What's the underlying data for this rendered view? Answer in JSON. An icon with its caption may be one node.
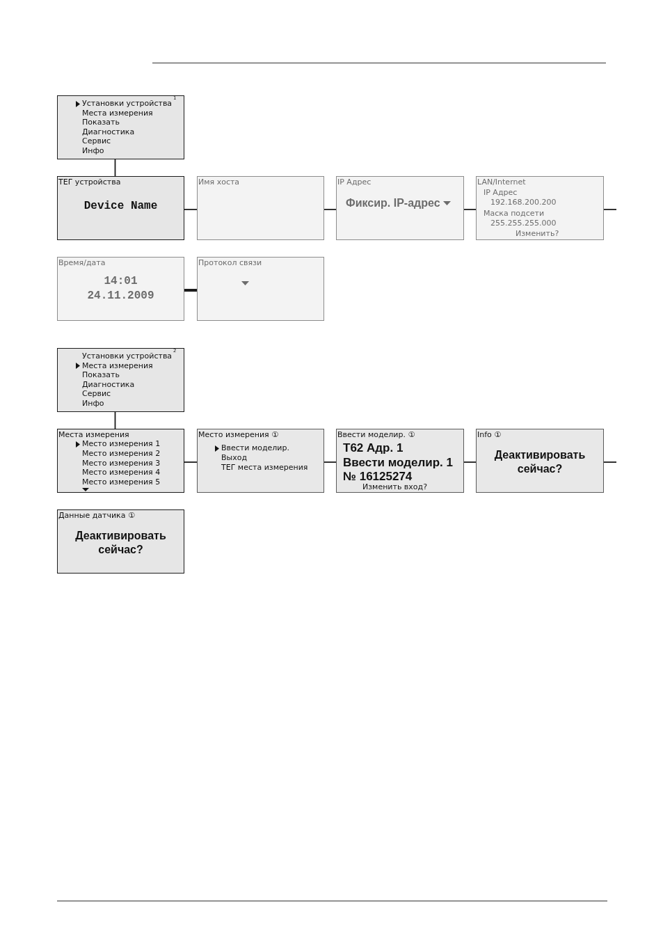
{
  "diagram": {
    "nodes": [
      {
        "text": [
          "Установки устройства$^{1}$",
          "Места измерения",
          "Показать",
          "Диагностика",
          "Сервис",
          "Инфо"
        ]
      },
      {
        "text": [
          "ТЕГ устройства",
          "Device Name"
        ]
      },
      {
        "text": [
          "Имя хоста"
        ]
      },
      {
        "text": [
          "IP Адрес",
          "Фиксир. IP-адрес"
        ]
      },
      {
        "text": [
          "LAN/Internet",
          "IP Адрес",
          "192.168.200.200",
          "Маска подсети",
          "255.255.255.000",
          "Изменить?"
        ]
      },
      {
        "text": [
          "Время/дата",
          "14:01",
          "24.11.2009"
        ]
      },
      {
        "text": [
          "Протокол связи"
        ]
      },
      {
        "text": [
          "Установки устройства$^{2}$",
          "Места измерения",
          "Показать",
          "Диагностика",
          "Сервис",
          "Инфо"
        ]
      },
      {
        "text": [
          "Места измерения",
          "Место измерения 1",
          "Место измерения 2",
          "Место измерения 3",
          "Место измерения 4",
          "Место измерения 5"
        ]
      },
      {
        "text": [
          "Место измерения ①",
          "Ввести моделир.",
          "Выход",
          "ТЕГ места измерения"
        ]
      },
      {
        "text": [
          "Ввести моделир. ①",
          "T62 Адр. 1",
          "Ввести моделир. 1",
          "№ 16125274",
          "Изменить вход?"
        ]
      },
      {
        "text": [
          "Info ①",
          "Деактивировать сейчас?"
        ]
      },
      {
        "text": [
          "Данные датчика ①",
          "Деактивировать сейчас?"
        ]
      }
    ],
    "edges": [
      {
        "from": 0,
        "to": 1,
        "arrow": "none"
      },
      {
        "from": 1,
        "to": 2,
        "arrow": "none"
      },
      {
        "from": 2,
        "to": 3,
        "arrow": "none"
      },
      {
        "from": 3,
        "to": 4,
        "arrow": "none"
      },
      {
        "from": 4,
        "to": null,
        "arrow": "none"
      },
      {
        "from": 5,
        "to": 6,
        "arrow": "none",
        "style": "thick"
      },
      {
        "from": 7,
        "to": 8,
        "arrow": "none"
      },
      {
        "from": 8,
        "to": 9,
        "arrow": "none"
      },
      {
        "from": 9,
        "to": 10,
        "arrow": "none"
      },
      {
        "from": 10,
        "to": 11,
        "arrow": "none"
      },
      {
        "from": 11,
        "to": null,
        "arrow": "none"
      }
    ]
  }
}
